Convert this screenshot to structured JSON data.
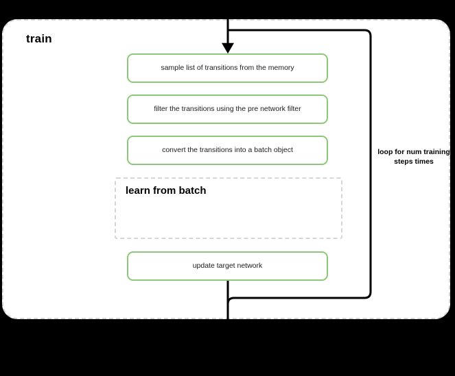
{
  "diagram": {
    "title": "train",
    "background_color": "#000000",
    "canvas_color": "#ffffff",
    "accent_color": "#8cc878",
    "dashed_border_color": "#d6d6d6",
    "connector_color": "#000000"
  },
  "steps": [
    {
      "id": "sample",
      "label": "sample list of transitions from the memory"
    },
    {
      "id": "filter",
      "label": "filter the transitions using the pre network filter"
    },
    {
      "id": "convert",
      "label": "convert the transitions into a batch object"
    },
    {
      "id": "update",
      "label": "update target network"
    }
  ],
  "subgroup": {
    "title": "learn from batch"
  },
  "loop": {
    "label": "loop for num training steps times"
  }
}
